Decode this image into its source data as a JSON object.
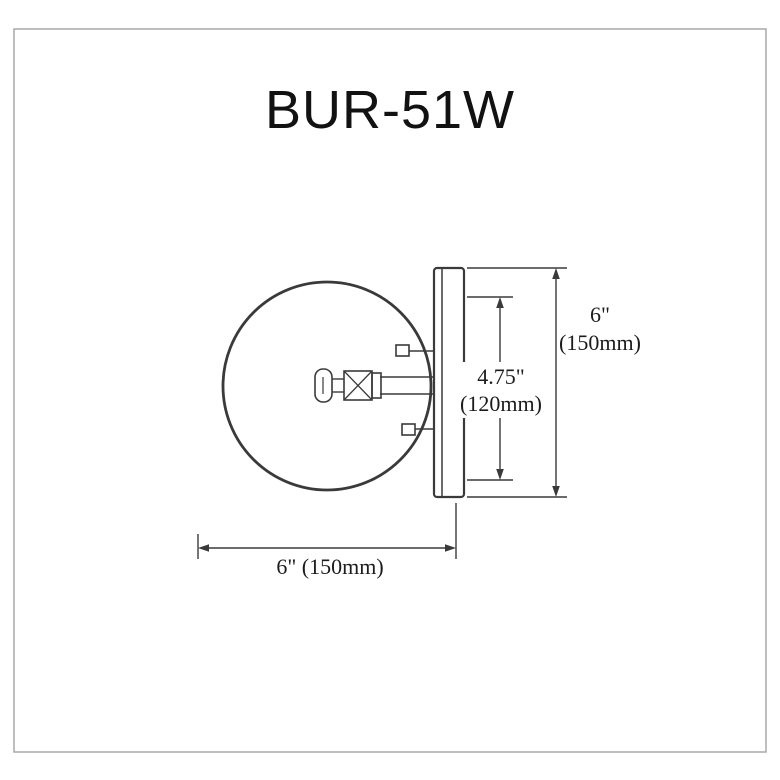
{
  "diagram": {
    "title": "BUR-51W",
    "dimensions": {
      "plate_height_in": "6\"",
      "plate_height_mm": "(150mm)",
      "glass_height_in": "4.75\"",
      "glass_height_mm": "(120mm)",
      "width_label": "6\" (150mm)"
    }
  }
}
